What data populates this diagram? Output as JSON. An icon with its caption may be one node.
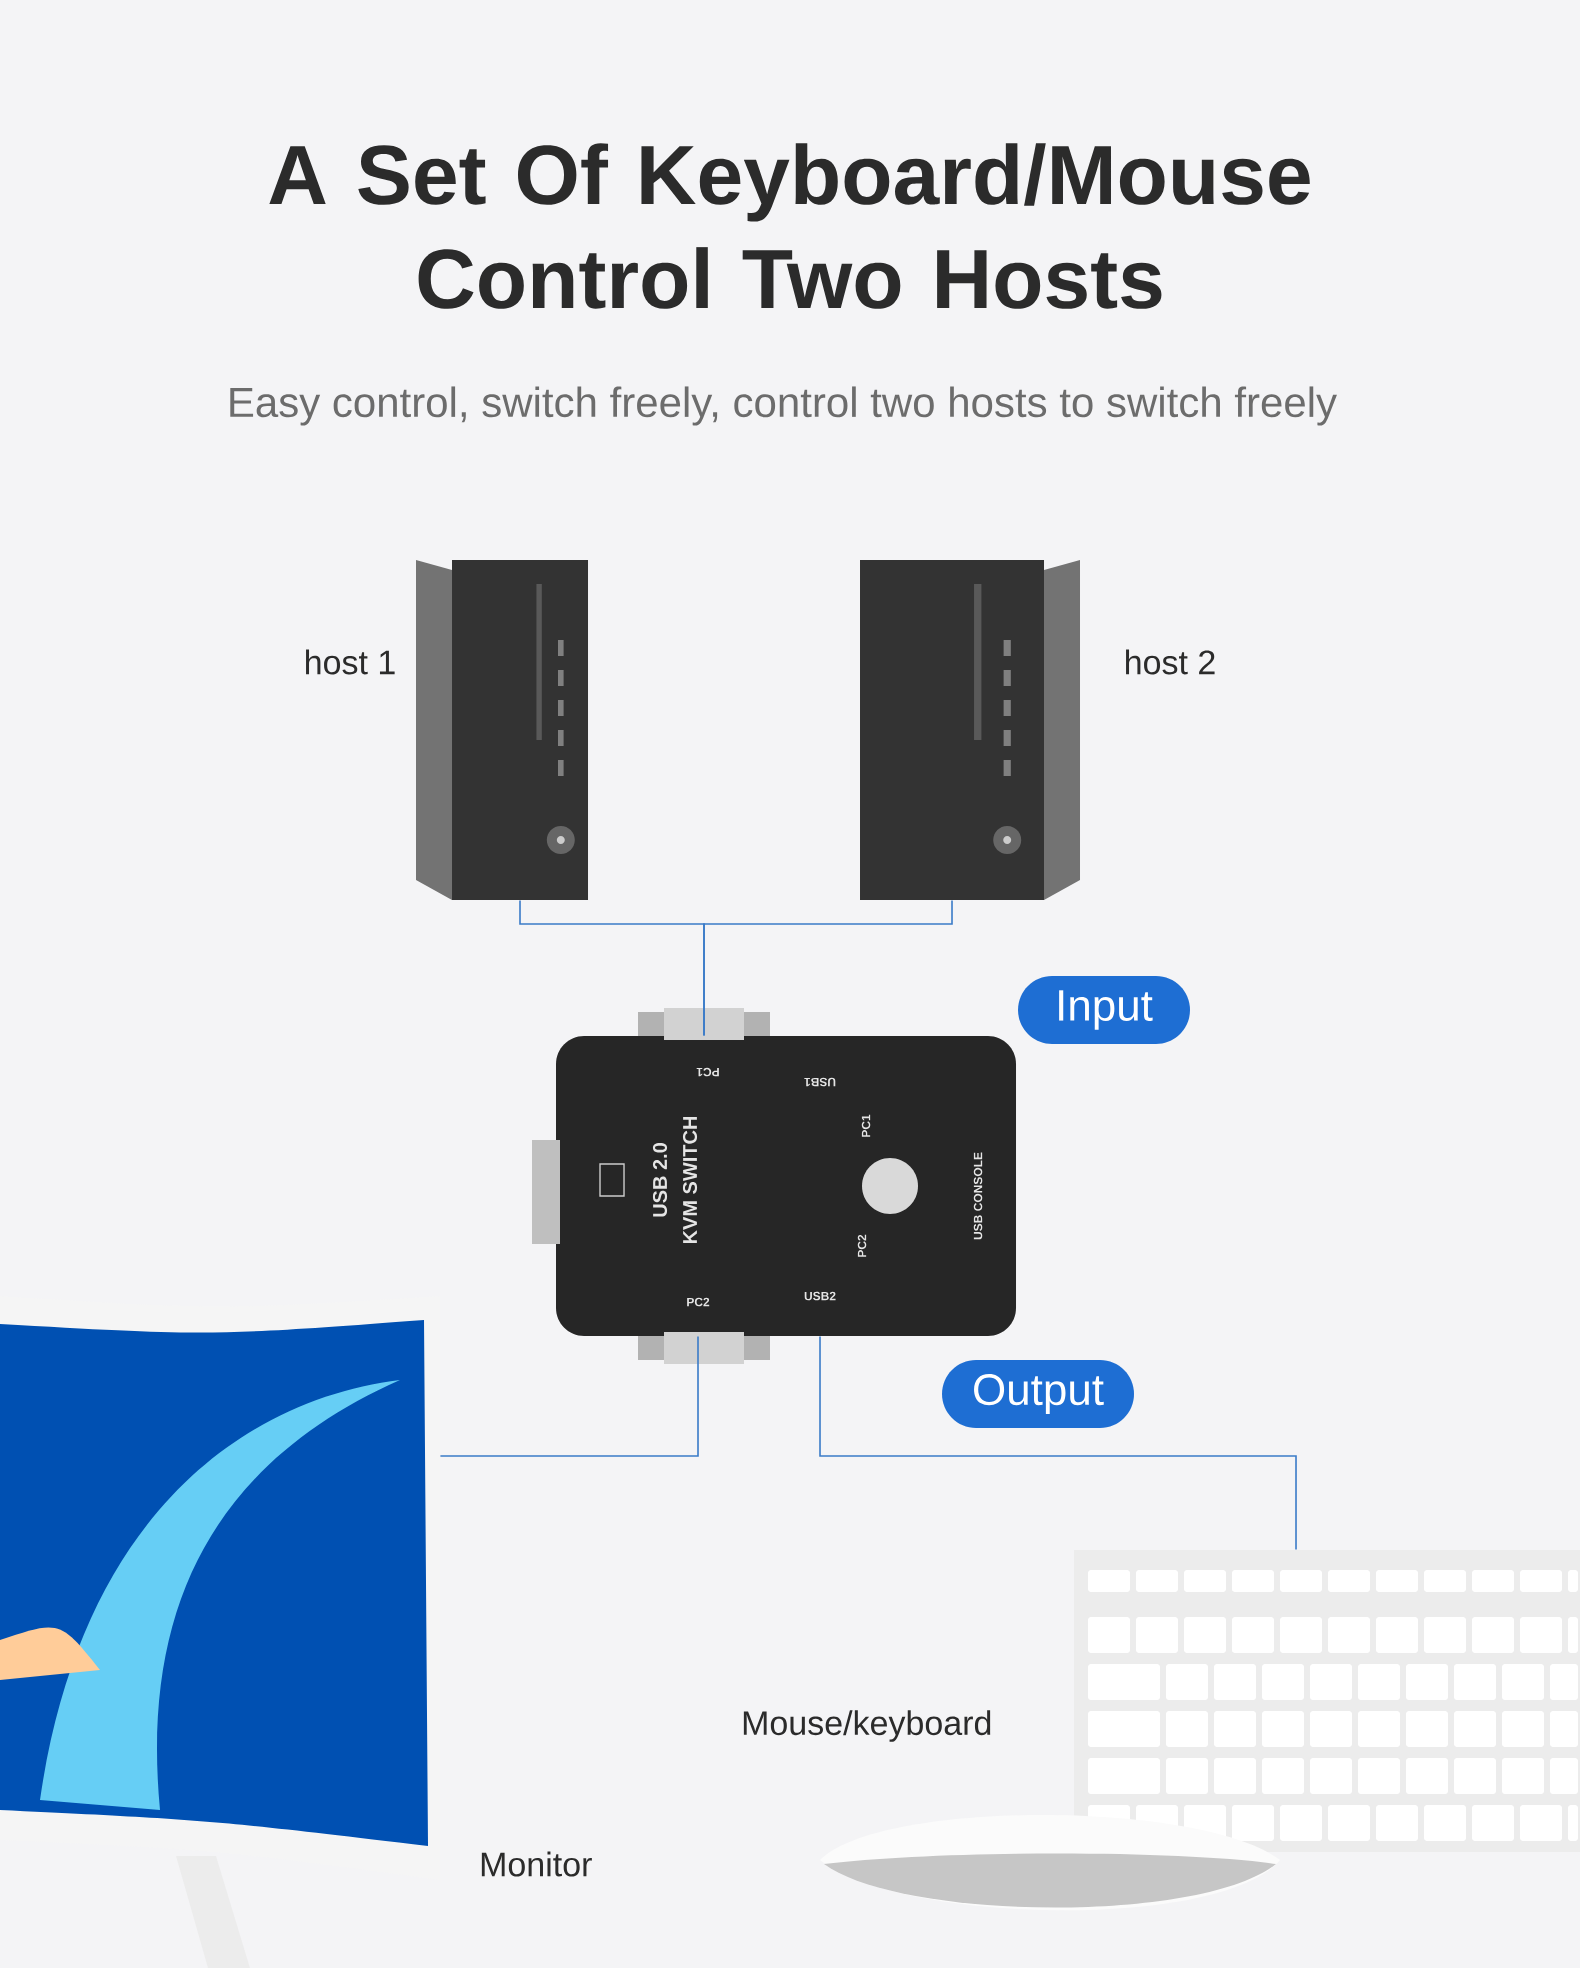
{
  "diagram": {
    "title": "A Set Of Keyboard/Mouse Control Two Hosts",
    "caption": "Easy control, switch freely, control two hosts to switch freely",
    "nodes": [
      {
        "text": [],
        "shape": "picture",
        "beside": [
          "host 1"
        ]
      },
      {
        "text": [],
        "shape": "picture",
        "beside": [
          "host 2"
        ]
      },
      {
        "text": [
          "PC1",
          "USB1",
          "USB 2.0",
          "KVM SWITCH",
          "PC1",
          "PC2",
          "USB CONSOLE",
          "PC2",
          "USB2"
        ]
      },
      {
        "text": [],
        "shape": "picture",
        "beside": [
          "Monitor"
        ]
      },
      {
        "text": [],
        "shape": "picture",
        "beside": [
          "Mouse/keyboard"
        ]
      },
      {
        "text": [
          "Input"
        ]
      },
      {
        "text": [
          "Output"
        ]
      }
    ],
    "edges": [
      {
        "from": 0,
        "to": 2,
        "arrow": "none"
      },
      {
        "from": 1,
        "to": 2,
        "arrow": "none"
      },
      {
        "from": 2,
        "to": 3,
        "arrow": "none"
      },
      {
        "from": 2,
        "to": 4,
        "arrow": "none"
      }
    ]
  }
}
